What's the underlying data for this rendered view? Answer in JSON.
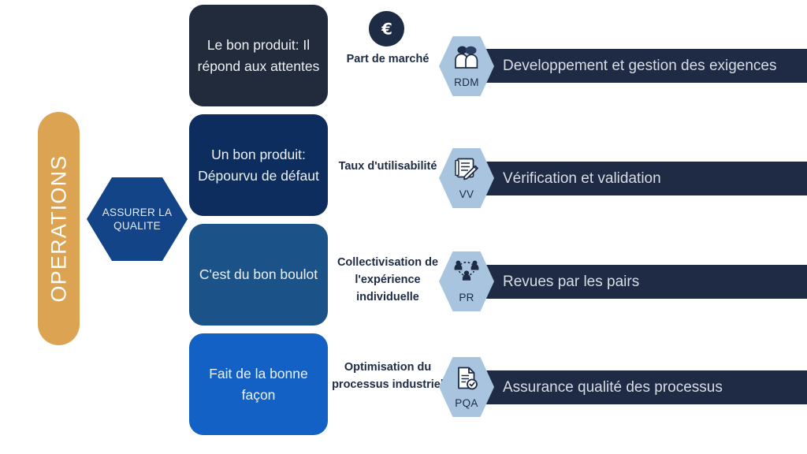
{
  "diagram": {
    "title": "Assurer la qualite - operations",
    "background": "#ffffff",
    "colors": {
      "operations_bar": "#dba352",
      "hexagon_main": "#134488",
      "banner": "#1f2b45",
      "badge_hex": "#a8c4df",
      "metric_text": "#1d2b45"
    }
  },
  "operations": {
    "label": "OPERATIONS"
  },
  "hexagon": {
    "line1": "ASSURER LA",
    "line2": "QUALITE"
  },
  "statements": [
    {
      "text": "Le bon produit: Il répond aux attentes",
      "color": "#222b3c"
    },
    {
      "text": "Un bon produit: Dépourvu de défaut",
      "color": "#0c2d5e"
    },
    {
      "text": "C'est du bon boulot",
      "color": "#1b5287"
    },
    {
      "text": "Fait de la bonne façon",
      "color": "#1361c4"
    }
  ],
  "metrics": [
    {
      "label": "Part de marché",
      "icon": "euro-coin-icon"
    },
    {
      "label": "Taux d'utilisabilité",
      "icon": ""
    },
    {
      "label": "Collectivisation de  l'expérience individuelle",
      "icon": ""
    },
    {
      "label": "Optimisation du processus industriel",
      "icon": ""
    }
  ],
  "processes": [
    {
      "code": "RDM",
      "icon": "two-people-speech-icon",
      "label": "Developpement et gestion des exigences"
    },
    {
      "code": "VV",
      "icon": "notepad-pen-icon",
      "label": "Vérification et validation"
    },
    {
      "code": "PR",
      "icon": "people-network-icon",
      "label": "Revues par les pairs"
    },
    {
      "code": "PQA",
      "icon": "document-check-icon",
      "label": "Assurance qualité des processus"
    }
  ]
}
